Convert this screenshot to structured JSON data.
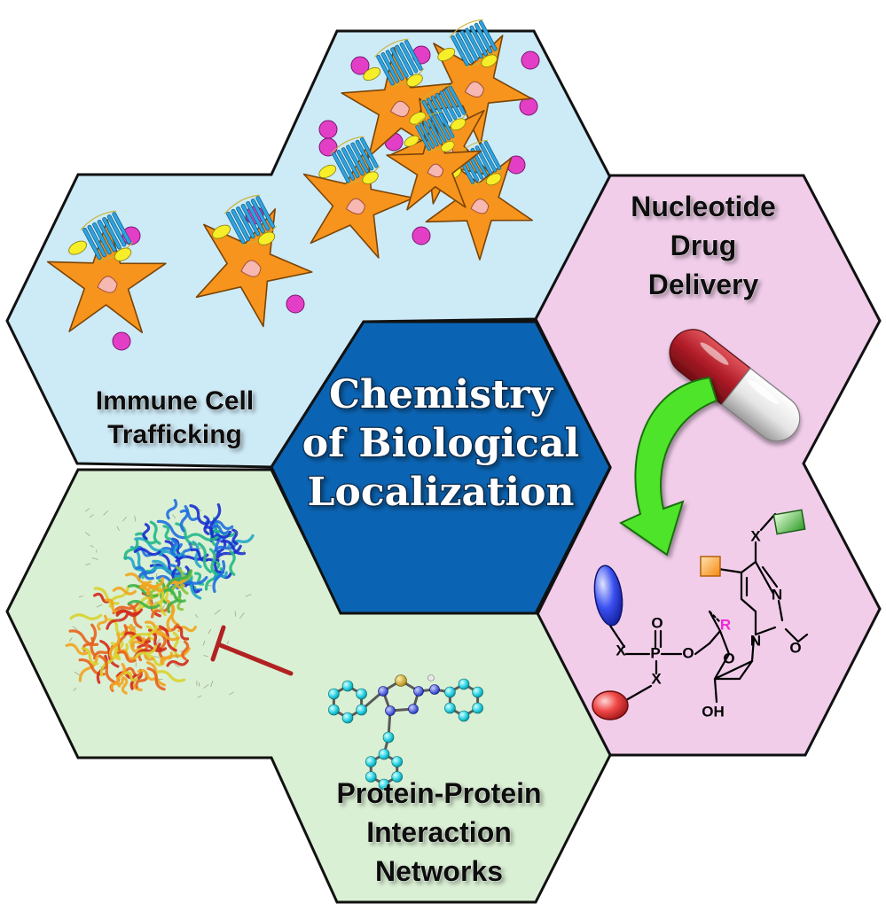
{
  "center": {
    "title_lines": [
      "Chemistry",
      "of Biological",
      "Localization"
    ]
  },
  "immune": {
    "label_lines": [
      "Immune Cell",
      "Trafficking"
    ]
  },
  "nucleotide": {
    "label_lines": [
      "Nucleotide",
      "Drug",
      "Delivery"
    ],
    "atoms": {
      "x1": "X",
      "x2": "X",
      "x3": "X",
      "p": "P",
      "o_top": "O",
      "o_link": "O",
      "o_ring": "O",
      "o_carbonyl": "O",
      "n_top": "N",
      "n_bottom": "N",
      "oh": "OH",
      "r": "R"
    }
  },
  "ppi": {
    "label_lines": [
      "Protein-Protein",
      "Interaction",
      "Networks"
    ]
  },
  "colors": {
    "immune_bg": "#cdeaf7",
    "nucleotide_bg": "#f1cdea",
    "ppi_bg": "#daf0d4",
    "center_bg": "#0b64b3",
    "cell_orange": "#f7941d",
    "nucleus_pink": "#f6b8b0",
    "receptor_blue": "#2fa3dd",
    "ligand_magenta": "#e23fc6",
    "ligand_yellow": "#f7ee2a",
    "arrow_green": "#4ee42a",
    "inhibitor_red": "#b22222",
    "molecule_cyan": "#29d3e3"
  }
}
